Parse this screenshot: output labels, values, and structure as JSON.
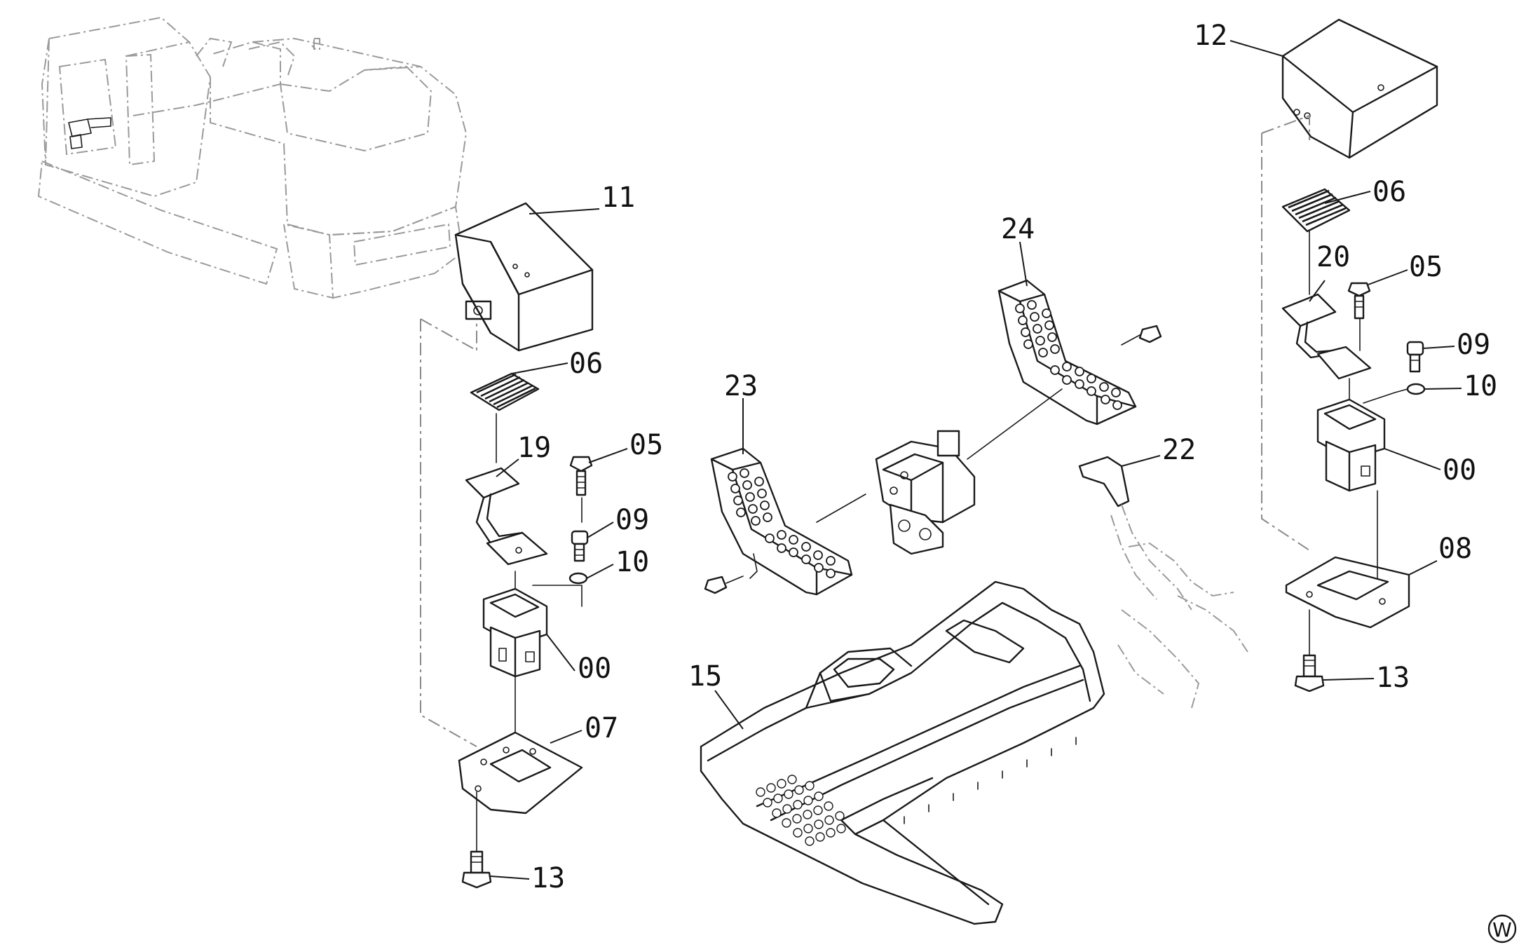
{
  "diagram": {
    "type": "exploded-parts-view",
    "callouts": [
      {
        "id": "c11",
        "label": "11"
      },
      {
        "id": "c12",
        "label": "12"
      },
      {
        "id": "c06a",
        "label": "06"
      },
      {
        "id": "c06b",
        "label": "06"
      },
      {
        "id": "c19",
        "label": "19"
      },
      {
        "id": "c20",
        "label": "20"
      },
      {
        "id": "c05a",
        "label": "05"
      },
      {
        "id": "c05b",
        "label": "05"
      },
      {
        "id": "c09a",
        "label": "09"
      },
      {
        "id": "c09b",
        "label": "09"
      },
      {
        "id": "c10a",
        "label": "10"
      },
      {
        "id": "c10b",
        "label": "10"
      },
      {
        "id": "c00a",
        "label": "00"
      },
      {
        "id": "c00b",
        "label": "00"
      },
      {
        "id": "c07",
        "label": "07"
      },
      {
        "id": "c08",
        "label": "08"
      },
      {
        "id": "c13a",
        "label": "13"
      },
      {
        "id": "c13b",
        "label": "13"
      },
      {
        "id": "c15",
        "label": "15"
      },
      {
        "id": "c22",
        "label": "22"
      },
      {
        "id": "c23",
        "label": "23"
      },
      {
        "id": "c24",
        "label": "24"
      }
    ],
    "corner_mark": "W"
  },
  "colors": {
    "line": "#1a1a1a",
    "ghost_line": "#9a9a9a",
    "background": "#ffffff"
  }
}
